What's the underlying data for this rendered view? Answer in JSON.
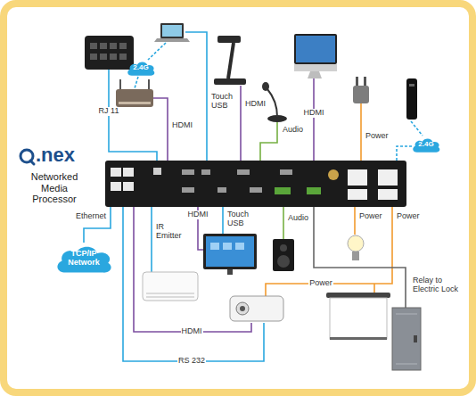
{
  "diagram": {
    "nodes": [
      {
        "text": [
          "2.4G"
        ]
      },
      {
        "text": [
          "2.4G"
        ]
      },
      {
        "text": [
          ".nex",
          "Networked Media Processor"
        ]
      },
      {
        "text": [
          "TCP/IP Network"
        ]
      }
    ],
    "edges": [
      {
        "from": 2,
        "to": 3,
        "label": "Ethernet",
        "arrow": "none"
      }
    ],
    "labels": [
      "RJ 11",
      "HDMI",
      "Touch USB",
      "HDMI",
      "Audio",
      "HDMI",
      "Power",
      "IR Emitter",
      "HDMI",
      "Touch USB",
      "Audio",
      "Power",
      "Power",
      "Power",
      "Relay to Electric Lock",
      "HDMI",
      "RS 232"
    ]
  }
}
